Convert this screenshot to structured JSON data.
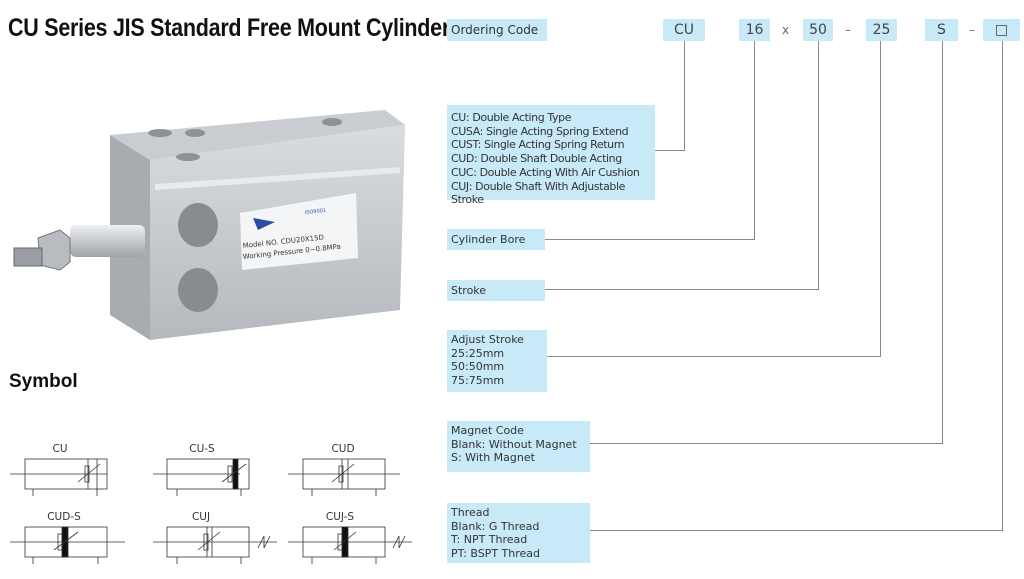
{
  "title": "CU Series JIS Standard Free Mount Cylinder",
  "product_label": {
    "model": "Model NO.  CDU20X15D",
    "pressure": "Working Pressure 0~0.8MPa",
    "cert": "ISO9001"
  },
  "symbol_heading": "Symbol",
  "symbols": [
    "CU",
    "CU-S",
    "CUD",
    "CUD-S",
    "CUJ",
    "CUJ-S"
  ],
  "ordering": {
    "label": "Ordering Code",
    "codes": [
      "CU",
      "16",
      "50",
      "25",
      "S",
      "□"
    ],
    "separators": [
      "x",
      "–",
      "–"
    ]
  },
  "descriptions": {
    "type": [
      "CU: Double Acting Type",
      "CUSA: Single Acting Spring Extend",
      "CUST: Single Acting Spring Return",
      "CUD: Double Shaft Double Acting",
      "CUC: Double Acting With Air Cushion",
      "CUJ: Double Shaft With Adjustable Stroke"
    ],
    "bore": "Cylinder Bore",
    "stroke": "Stroke",
    "adjust": [
      "Adjust Stroke",
      "25:25mm",
      "50:50mm",
      "75:75mm"
    ],
    "magnet": [
      "Magnet Code",
      "Blank: Without Magnet",
      "S: With Magnet"
    ],
    "thread": [
      "Thread",
      "Blank: G Thread",
      "T: NPT Thread",
      "PT: BSPT Thread"
    ]
  },
  "colors": {
    "box": "#c8e9f8",
    "line": "#888888"
  }
}
